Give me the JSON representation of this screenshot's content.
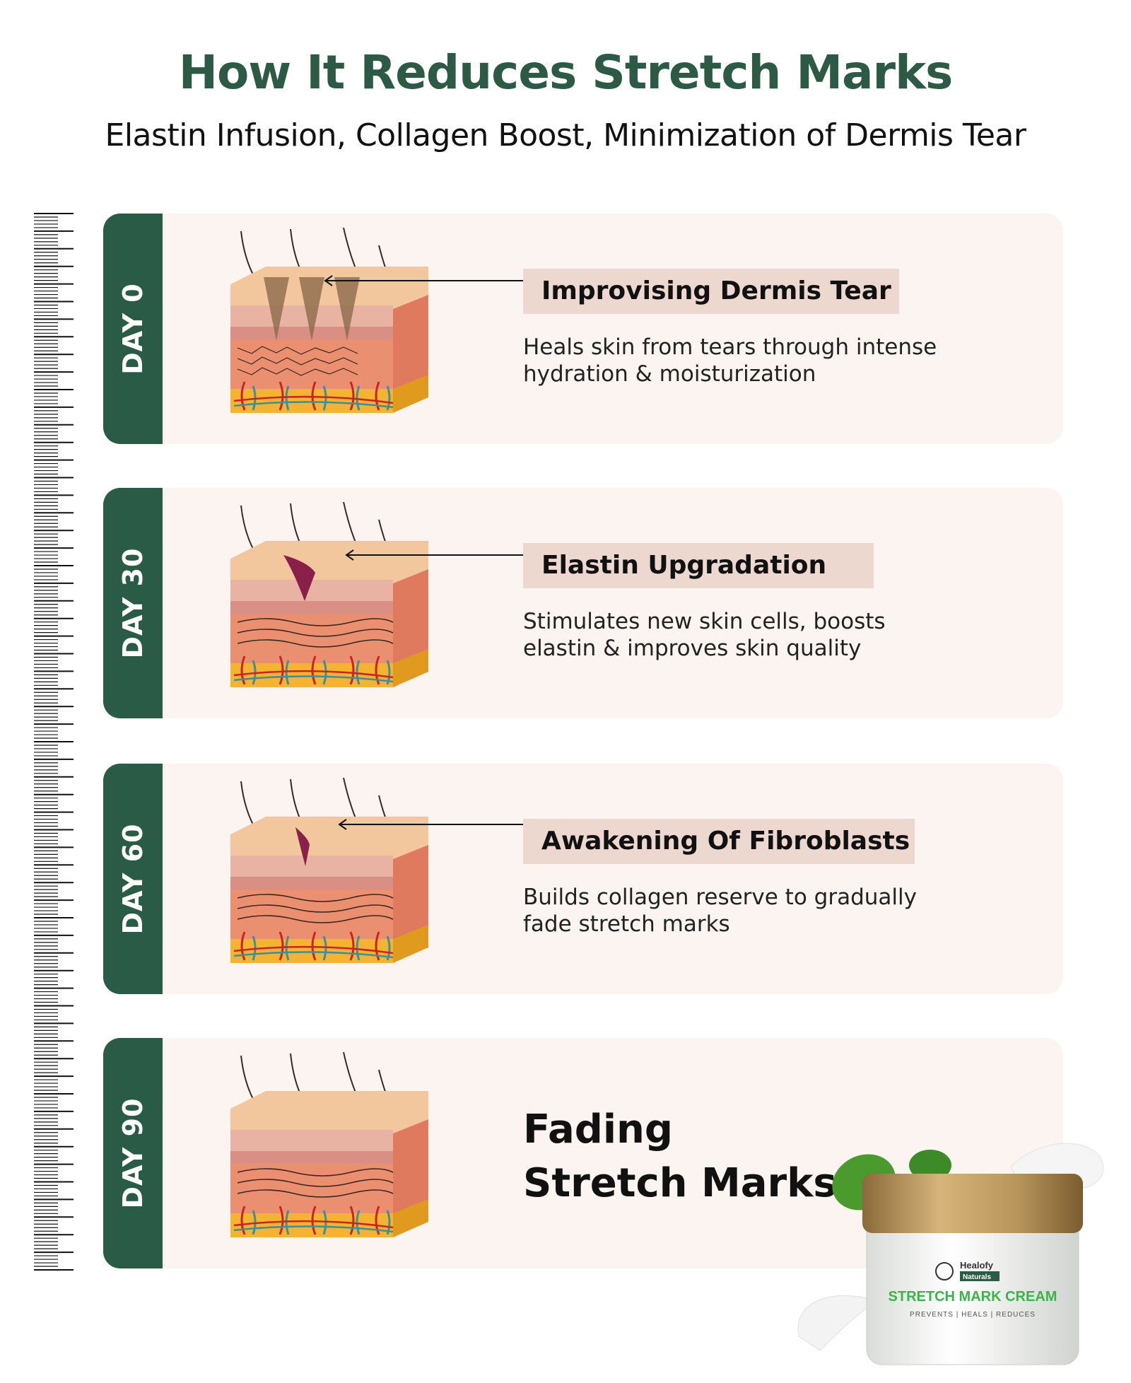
{
  "header": {
    "title": "How It Reduces Stretch Marks",
    "subtitle": "Elastin Infusion, Collagen Boost, Minimization of Dermis Tear"
  },
  "stages": [
    {
      "day": "DAY 0",
      "heading": "Improvising Dermis Tear",
      "description_line1": "Heals skin from tears through intense",
      "description_line2": "hydration & moisturization"
    },
    {
      "day": "DAY 30",
      "heading": "Elastin Upgradation",
      "description_line1": "Stimulates new skin cells, boosts",
      "description_line2": "elastin & improves skin quality"
    },
    {
      "day": "DAY 60",
      "heading": "Awakening Of Fibroblasts",
      "description_line1": "Builds collagen reserve to gradually",
      "description_line2": "fade stretch marks"
    },
    {
      "day": "DAY 90",
      "heading_line1": "Fading",
      "heading_line2": "Stretch Marks"
    }
  ],
  "product": {
    "brand": "Healofy",
    "brand_tag": "Naturals",
    "name": "STRETCH MARK CREAM",
    "tagline": "PREVENTS | HEALS | REDUCES"
  },
  "colors": {
    "title_green": "#2d5a45",
    "band_green": "#2a5b46",
    "card_bg": "#fcf4f1",
    "heading_box": "#ecd8cf",
    "product_green": "#3cb34a",
    "lid_gold": "#b8955a"
  }
}
